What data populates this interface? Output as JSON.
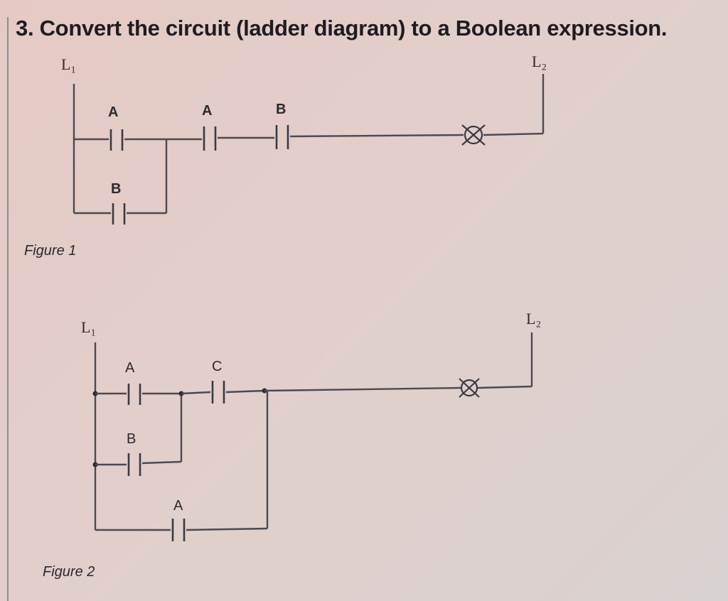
{
  "question": {
    "number": "3.",
    "text": "Convert the circuit (ladder diagram) to a Boolean expression."
  },
  "figure1": {
    "caption": "Figure 1",
    "left_rail": "L₁",
    "right_rail": "L₂",
    "contacts": {
      "a_branch": "A",
      "b_branch": "B",
      "a_series": "A",
      "b_series": "B"
    },
    "output": "lamp-icon"
  },
  "figure2": {
    "caption": "Figure 2",
    "left_rail": "L₁",
    "right_rail": "L₂",
    "contacts": {
      "a_branch": "A",
      "b_branch": "B",
      "c_series": "C",
      "a_bypass": "A"
    },
    "output": "lamp-icon"
  }
}
